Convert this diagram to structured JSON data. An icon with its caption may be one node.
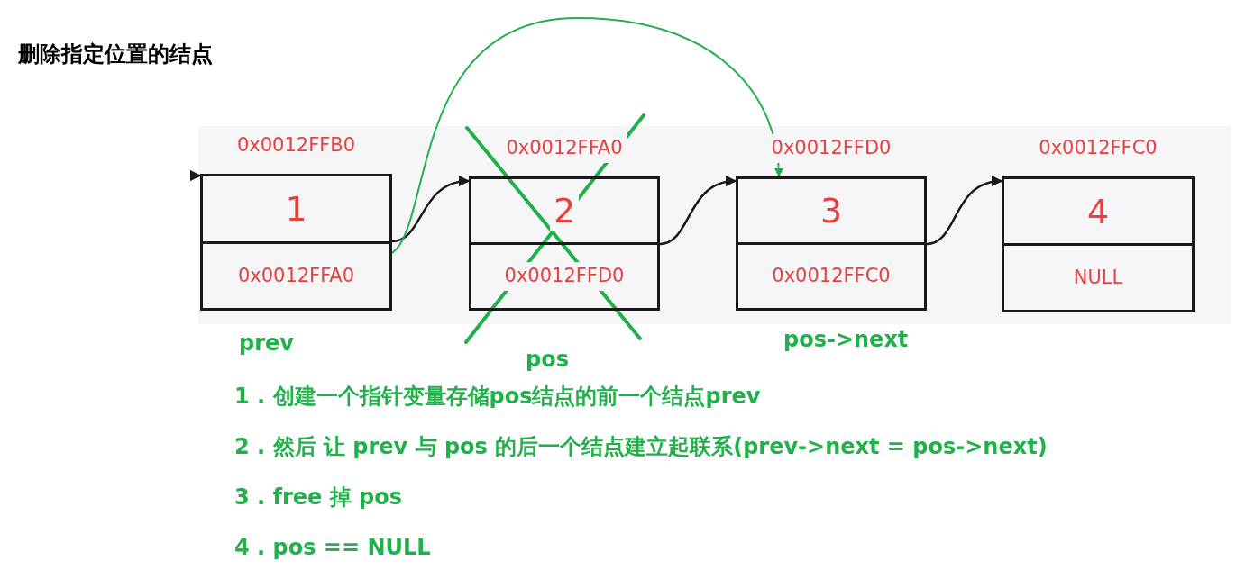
{
  "diagram": {
    "title": "删除指定位置的结点",
    "nodes": [
      {
        "text": [
          "1",
          "0x0012FFA0"
        ],
        "beside": [
          "0x0012FFB0",
          "prev"
        ]
      },
      {
        "text": [
          "2",
          "0x0012FFD0"
        ],
        "beside": [
          "0x0012FFA0",
          "pos"
        ]
      },
      {
        "text": [
          "3",
          "0x0012FFC0"
        ],
        "beside": [
          "0x0012FFD0",
          "pos->next"
        ]
      },
      {
        "text": [
          "4",
          "NULL"
        ],
        "beside": [
          "0x0012FFC0"
        ]
      }
    ],
    "edges": [
      {
        "from": null,
        "to": 0,
        "arrow": "to"
      },
      {
        "from": 0,
        "to": 1,
        "arrow": "to"
      },
      {
        "from": 1,
        "to": 2,
        "arrow": "to"
      },
      {
        "from": 2,
        "to": 3,
        "arrow": "to"
      },
      {
        "from": 0,
        "to": 2,
        "arrow": "to",
        "color": "#22b04b"
      }
    ],
    "labels": [
      "1 . 创建一个指针变量存储pos结点的前一个结点prev",
      "2 . 然后 让  prev 与 pos 的后一个结点建立起联系(prev->next = pos->next)",
      "3 . free 掉 pos",
      "4 . pos == NULL"
    ]
  }
}
